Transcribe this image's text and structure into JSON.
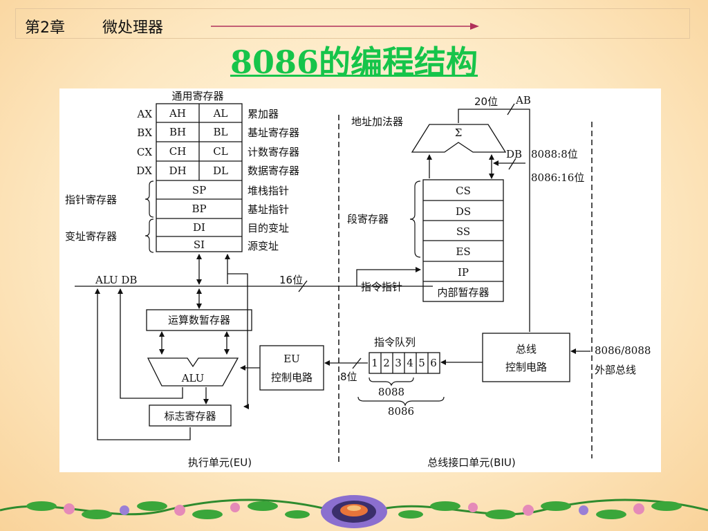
{
  "header": {
    "chapter": "第2章",
    "section": "微处理器"
  },
  "slide": {
    "title": "8086的编程结构"
  },
  "diagram": {
    "general_registers_title": "通用寄存器",
    "rows": [
      {
        "name": "AX",
        "high": "AH",
        "low": "AL",
        "desc": "累加器"
      },
      {
        "name": "BX",
        "high": "BH",
        "low": "BL",
        "desc": "基址寄存器"
      },
      {
        "name": "CX",
        "high": "CH",
        "low": "CL",
        "desc": "计数寄存器"
      },
      {
        "name": "DX",
        "high": "DH",
        "low": "DL",
        "desc": "数据寄存器"
      }
    ],
    "pointer_group": "指针寄存器",
    "index_group": "变址寄存器",
    "pointer_regs": [
      {
        "name": "SP",
        "desc": "堆栈指针"
      },
      {
        "name": "BP",
        "desc": "基址指针"
      }
    ],
    "index_regs": [
      {
        "name": "DI",
        "desc": "目的变址"
      },
      {
        "name": "SI",
        "desc": "源变址"
      }
    ],
    "alu_db": "ALU DB",
    "bits16": "16位",
    "operand_regs": "运算数暂存器",
    "alu": "ALU",
    "flags": "标志寄存器",
    "eu_ctrl_1": "EU",
    "eu_ctrl_2": "控制电路",
    "addr_adder": "地址加法器",
    "sigma": "Σ",
    "ab_bits": "20位",
    "ab": "AB",
    "db": "DB",
    "db_8088": "8088:8位",
    "db_8086": "8086:16位",
    "seg_group": "段寄存器",
    "seg_regs": [
      "CS",
      "DS",
      "SS",
      "ES"
    ],
    "ip": "IP",
    "ip_label": "指令指针",
    "internal_regs": "内部暂存器",
    "queue_title": "指令队列",
    "queue_cells": [
      "1",
      "2",
      "3",
      "4",
      "5",
      "6"
    ],
    "bits8": "8位",
    "q8088": "8088",
    "q8086": "8086",
    "bus_ctrl_1": "总线",
    "bus_ctrl_2": "控制电路",
    "ext_bus_1": "8086/8088",
    "ext_bus_2": "外部总线",
    "eu_caption": "执行单元(EU)",
    "biu_caption": "总线接口单元(BIU)"
  },
  "colors": {
    "title": "#16c44a",
    "header_arrow": "#b0305a"
  }
}
